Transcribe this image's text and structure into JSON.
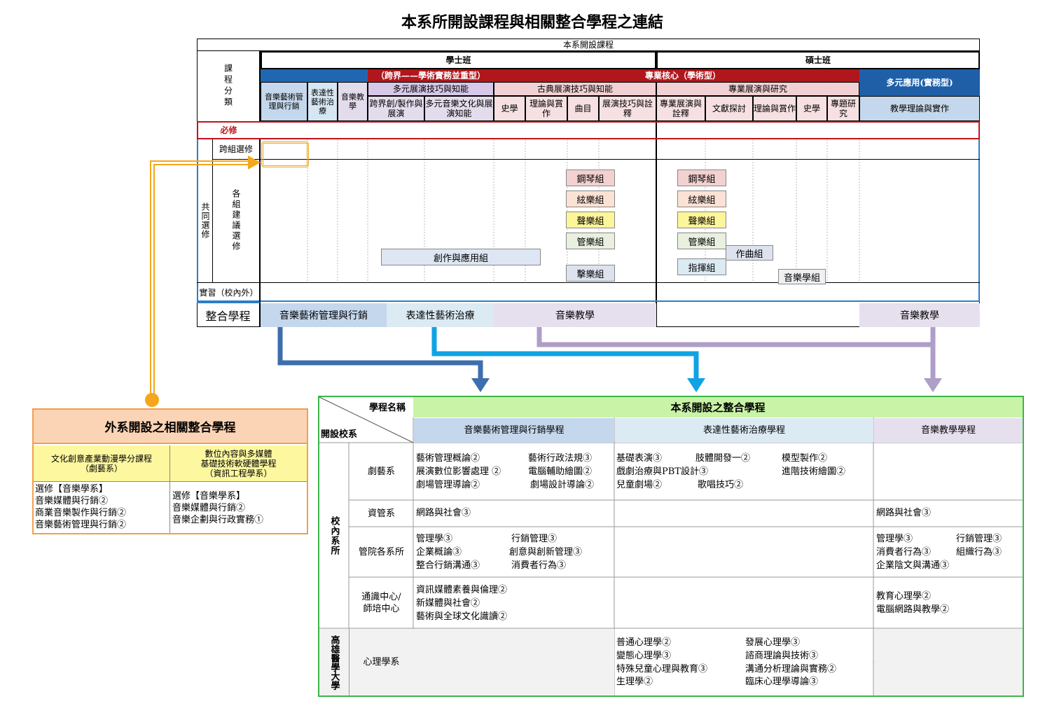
{
  "title": "本系所開設課程與相關整合學程之連結",
  "top": {
    "header": "本系開設課程",
    "category_label": "課程分類",
    "bachelor": "學士班",
    "master": "碩士班",
    "band_cross": "（跨界——學術實務並重型）",
    "band_core": "專業核心（學術型）",
    "band_multi": "多元應用(實務型)",
    "groups": {
      "diverse": "多元展演技巧與知能",
      "classical": "古典展演技巧與知能",
      "pro": "專業展演與研究"
    },
    "subs": {
      "arts_mgmt": "音樂藝術管理與行銷",
      "exp_therapy": "表達性藝術治療",
      "music_edu": "音樂教學",
      "cross_creation": "跨界創/製作與展演",
      "multi_culture": "多元音樂文化與展演知能",
      "history": "史學",
      "theory": "理論與賞作",
      "repertoire": "曲目",
      "interp": "展演技巧與詮釋",
      "m_perf": "專業展演與詮釋",
      "m_lit": "文獻探討",
      "m_theory": "理論與賞作",
      "m_hist": "史學",
      "m_research": "專題研究",
      "m_teach": "教學理論與實作"
    },
    "rows": {
      "required": "必修",
      "cross_elective": "跨組選修",
      "common": "共同選修",
      "group_elective": "各組建議選修",
      "intern": "實習（校內外）",
      "integrated": "整合學程"
    },
    "boxes": {
      "piano": "鋼琴組",
      "strings": "絃樂組",
      "voice": "聲樂組",
      "winds": "管樂組",
      "percussion": "擊樂組",
      "creation": "創作與應用組",
      "composition": "作曲組",
      "conducting": "指揮組",
      "musicology": "音樂學組"
    },
    "integrated": {
      "a": "音樂藝術管理與行銷",
      "b": "表達性藝術治療",
      "c": "音樂教學",
      "d": "音樂教學"
    }
  },
  "external": {
    "title": "外系開設之相關整合學程",
    "col1": {
      "head": "文化創意產業動漫學分課程\n（劇藝系）",
      "body": [
        "選修【音樂學系】",
        "音樂媒體與行銷②",
        "商業音樂製作與行銷②",
        "音樂藝術管理與行銷②"
      ]
    },
    "col2": {
      "head": "數位內容與多媒體\n基礎技術軟硬體學程\n（資訊工程學系）",
      "body": [
        "選修【音樂學系】",
        "音樂媒體與行銷②",
        "音樂企劃與行政實務①"
      ]
    }
  },
  "bottom": {
    "corner_top": "學程名稱",
    "corner_bottom": "開設校系",
    "header": "本系開設之整合學程",
    "cols": [
      "音樂藝術管理與行銷學程",
      "表達性藝術治療學程",
      "音樂教學學程"
    ],
    "school_in": "校內系所",
    "school_out": "高雄醫學大學",
    "rows": [
      {
        "name": "劇藝系",
        "c1": [
          [
            "藝術管理概論②",
            "藝術行政法規③"
          ],
          [
            "展演數位影響處理 ②",
            "電腦輔助繪圖②"
          ],
          [
            "劇場管理導論②",
            "劇場設計導論②"
          ]
        ],
        "c2": [
          [
            "基礎表演③",
            "肢體開發一②",
            "模型製作②"
          ],
          [
            "戲劇治療與PBT設計③",
            "",
            "進階技術繪圖②"
          ],
          [
            "兒童劇場②",
            "歌唱技巧②",
            ""
          ]
        ],
        "c3": []
      },
      {
        "name": "資管系",
        "c1": [
          [
            "網路與社會③"
          ]
        ],
        "c2": [],
        "c3": [
          [
            "網路與社會③"
          ]
        ]
      },
      {
        "name": "管院各系所",
        "c1": [
          [
            "管理學③",
            "行銷管理③"
          ],
          [
            "企業概論③",
            "創意與創新管理③"
          ],
          [
            "整合行銷溝通③",
            "消費者行為③"
          ]
        ],
        "c2": [],
        "c3": [
          [
            "管理學③",
            "行銷管理③"
          ],
          [
            "消費者行為③",
            "組織行為③"
          ],
          [
            "企業陰文與溝通③"
          ]
        ]
      },
      {
        "name": "通識中心/\n師培中心",
        "c1": [
          [
            "資訊媒體素養與倫理②"
          ],
          [
            "新媒體與社會②"
          ],
          [
            "藝術與全球文化識讀②"
          ]
        ],
        "c2": [],
        "c3": [
          [
            "教育心理學②"
          ],
          [
            "電腦網路與教學②"
          ]
        ]
      },
      {
        "name": "心理學系",
        "c1": [],
        "c2": [
          [
            "普通心理學②",
            "發展心理學③"
          ],
          [
            "變態心理學③",
            "諮商理論與技術③"
          ],
          [
            "特殊兒童心理與教育③",
            "溝通分析理論與實務②"
          ],
          [
            "生理學②",
            "臨床心理學導論③"
          ]
        ],
        "c3": []
      }
    ]
  }
}
